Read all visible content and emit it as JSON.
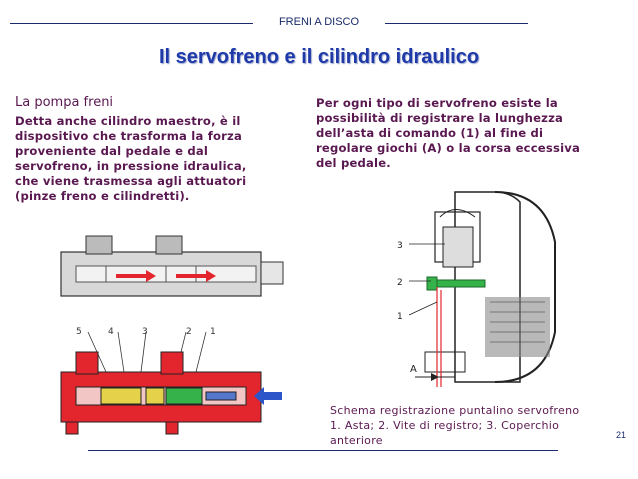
{
  "header": "FRENI A DISCO",
  "title": "Il servofreno e il cilindro idraulico",
  "left": {
    "heading": "La pompa freni",
    "lines": [
      "Detta anche cilindro maestro, è il",
      "dispositivo che trasforma la forza",
      "proveniente dal pedale e dal",
      "servofreno, in pressione idraulica,",
      "che viene trasmessa agli attuatori",
      "(pinze freno e cilindretti)."
    ]
  },
  "right": {
    "lines": [
      "Per ogni tipo di servofreno esiste la",
      "possibilità di registrare la lunghezza",
      "dell’asta di comando (1) al fine di",
      "regolare giochi  (A) o la corsa eccessiva",
      "del pedale."
    ]
  },
  "caption": {
    "lines": [
      "Schema registrazione puntalino servofreno",
      "1. Asta; 2. Vite di registro; 3. Coperchio",
      "anteriore"
    ]
  },
  "cylinder_labels": [
    "5",
    "4",
    "3",
    "2",
    "1"
  ],
  "booster_labels": [
    "3",
    "2",
    "1",
    "A"
  ],
  "page_number": "21",
  "colors": {
    "title": "#1f3aa8",
    "text": "#5a1850",
    "rule": "#1a2a6c",
    "fluid_red": "#e3262d",
    "part_yellow": "#e6d24a",
    "part_green": "#36b24a",
    "arrow_blue": "#2b55c8"
  }
}
